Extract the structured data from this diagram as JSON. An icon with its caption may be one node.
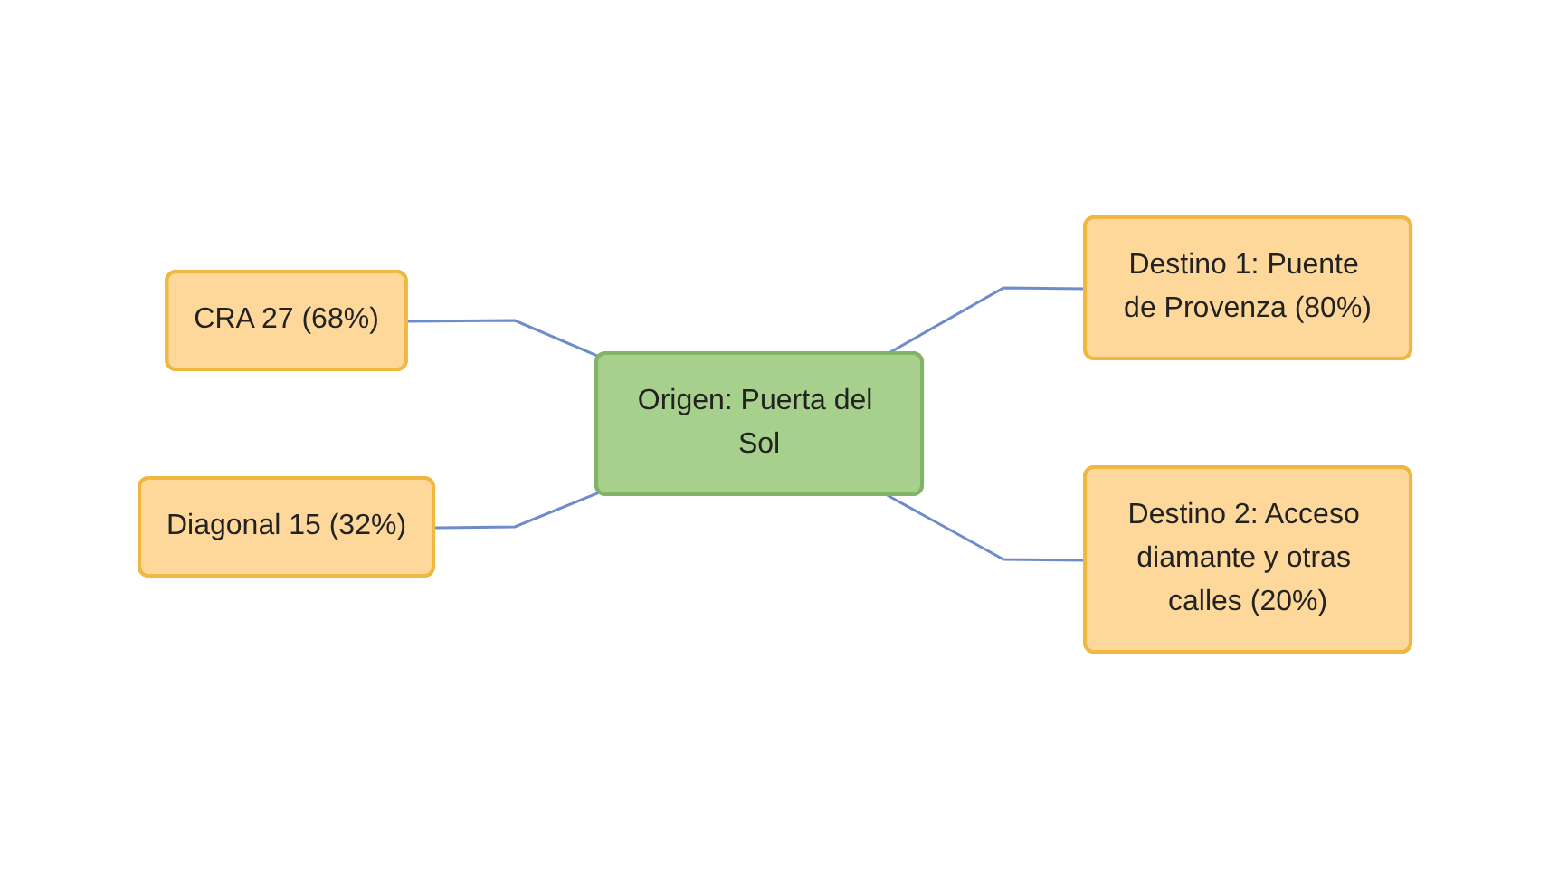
{
  "diagram": {
    "nodes": [
      {
        "text": [
          "CRA 27 (68%)"
        ]
      },
      {
        "text": [
          "Diagonal 15 (32%)"
        ]
      },
      {
        "text": [
          "Origen: Puerta del Sol"
        ]
      },
      {
        "text": [
          "Destino 1: Puente de Provenza (80%)"
        ]
      },
      {
        "text": [
          "Destino 2: Acceso diamante y otras calles (20%)"
        ]
      }
    ],
    "edges": [
      {
        "from": 0,
        "to": 2,
        "arrow": "none"
      },
      {
        "from": 1,
        "to": 2,
        "arrow": "none"
      },
      {
        "from": 2,
        "to": 3,
        "arrow": "none"
      },
      {
        "from": 2,
        "to": 4,
        "arrow": "none"
      }
    ]
  }
}
